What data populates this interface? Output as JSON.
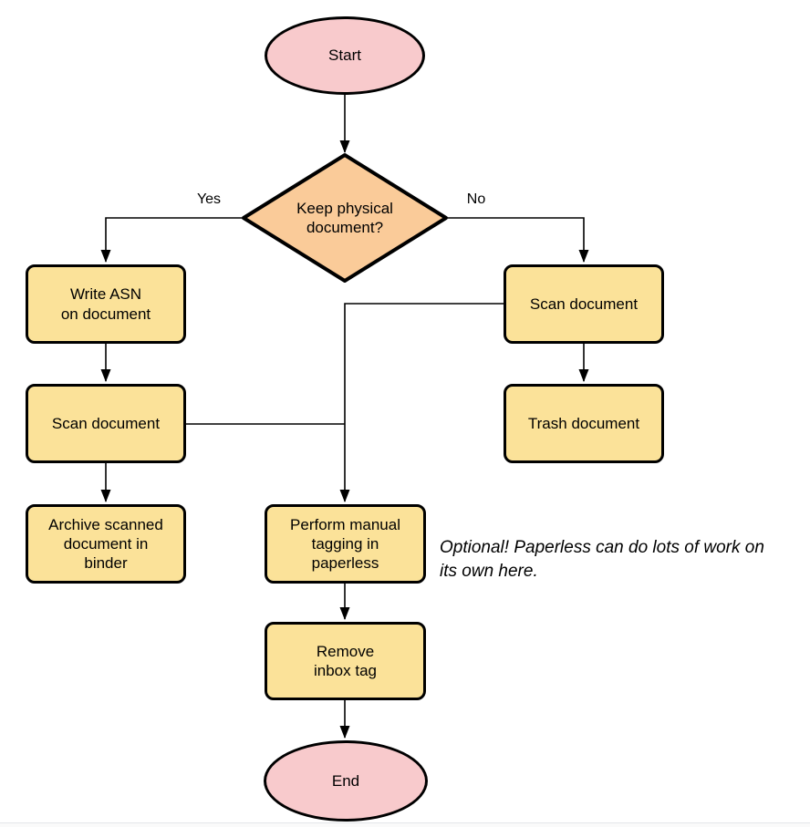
{
  "diagram": {
    "nodes": {
      "start": {
        "label": "Start",
        "shape": "ellipse"
      },
      "decision": {
        "label": "Keep physical\ndocument?",
        "shape": "diamond"
      },
      "write_asn": {
        "label": "Write ASN\non document",
        "shape": "process"
      },
      "scan_left": {
        "label": "Scan document",
        "shape": "process"
      },
      "archive": {
        "label": "Archive scanned\ndocument in\nbinder",
        "shape": "process"
      },
      "scan_right": {
        "label": "Scan document",
        "shape": "process"
      },
      "trash": {
        "label": "Trash document",
        "shape": "process"
      },
      "tagging": {
        "label": "Perform manual\ntagging in\npaperless",
        "shape": "process"
      },
      "remove_inbox": {
        "label": "Remove\ninbox tag",
        "shape": "process"
      },
      "end": {
        "label": "End",
        "shape": "ellipse"
      }
    },
    "edge_labels": {
      "yes": "Yes",
      "no": "No"
    },
    "edges": [
      {
        "from": "start",
        "to": "decision"
      },
      {
        "from": "decision",
        "to": "write_asn",
        "label": "Yes"
      },
      {
        "from": "decision",
        "to": "scan_right",
        "label": "No"
      },
      {
        "from": "write_asn",
        "to": "scan_left"
      },
      {
        "from": "scan_left",
        "to": "archive"
      },
      {
        "from": "scan_right",
        "to": "trash"
      },
      {
        "from": "scan_right",
        "to": "tagging"
      },
      {
        "from": "scan_left",
        "to": "tagging"
      },
      {
        "from": "tagging",
        "to": "remove_inbox"
      },
      {
        "from": "remove_inbox",
        "to": "end"
      }
    ],
    "annotation": "Optional! Paperless can do lots of work on\nits own here.",
    "colors": {
      "terminator_fill": "#f8cacc",
      "decision_fill": "#facb99",
      "process_fill": "#fbe299",
      "stroke": "#000000"
    }
  }
}
